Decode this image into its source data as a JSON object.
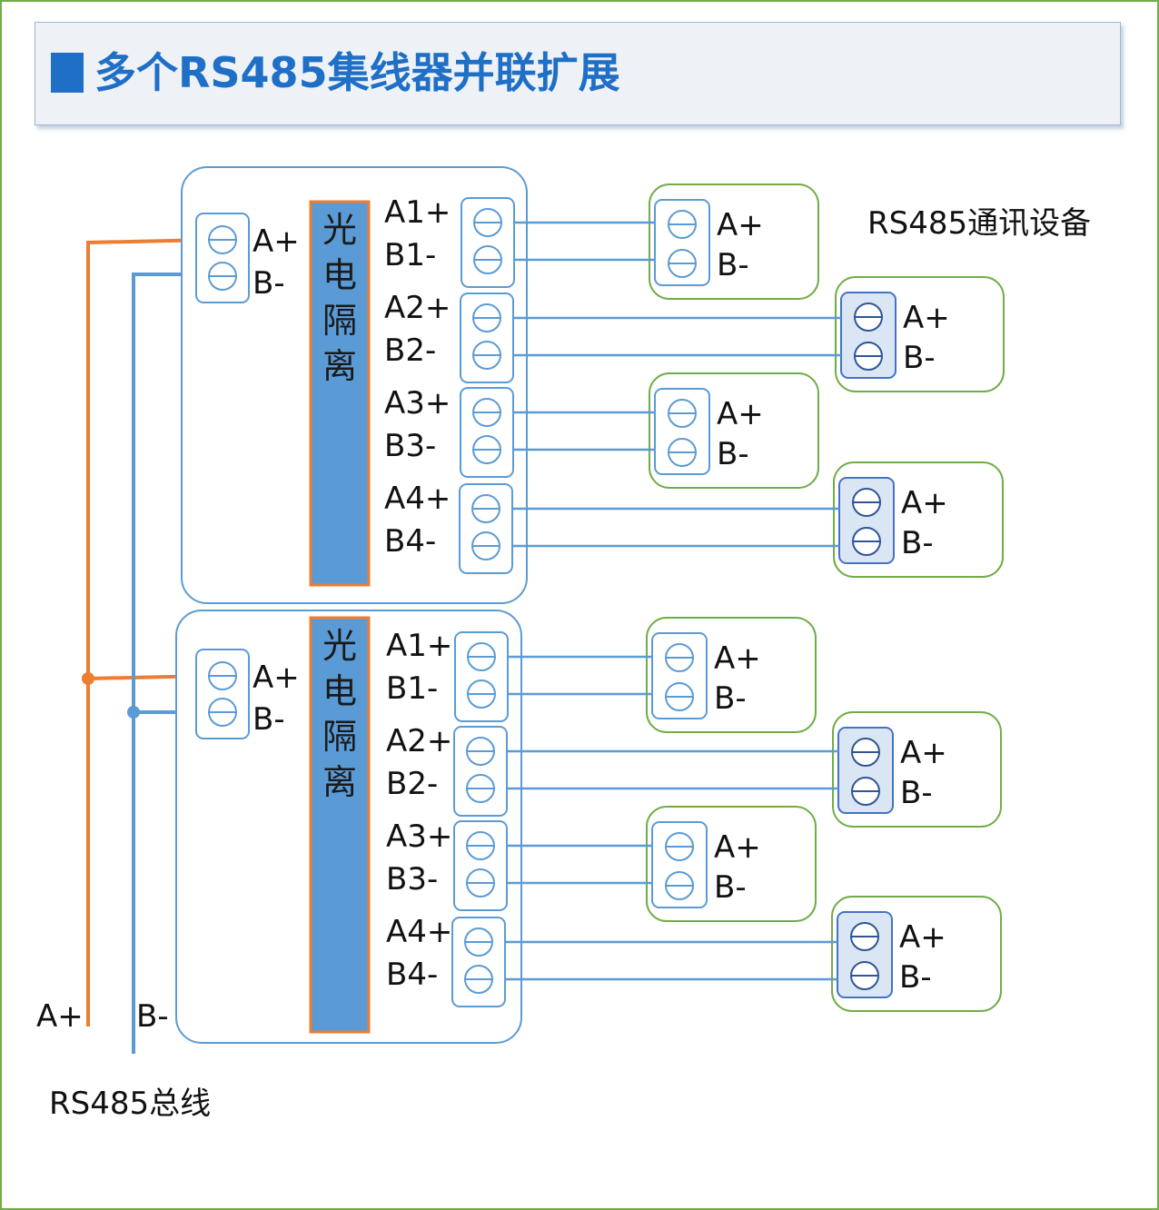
{
  "title": "多个RS485集线器并联扩展",
  "bus": {
    "label": "RS485总线",
    "a_label": "A+",
    "b_label": "B-"
  },
  "device_group_label": "RS485通讯设备",
  "hubs": [
    {
      "isolation_label": [
        "光",
        "电",
        "隔",
        "离"
      ],
      "input": {
        "a": "A+",
        "b": "B-"
      },
      "ports": [
        {
          "a": "A1+",
          "b": "B1-"
        },
        {
          "a": "A2+",
          "b": "B2-"
        },
        {
          "a": "A3+",
          "b": "B3-"
        },
        {
          "a": "A4+",
          "b": "B4-"
        }
      ]
    },
    {
      "isolation_label": [
        "光",
        "电",
        "隔",
        "离"
      ],
      "input": {
        "a": "A+",
        "b": "B-"
      },
      "ports": [
        {
          "a": "A1+",
          "b": "B1-"
        },
        {
          "a": "A2+",
          "b": "B2-"
        },
        {
          "a": "A3+",
          "b": "B3-"
        },
        {
          "a": "A4+",
          "b": "B4-"
        }
      ]
    }
  ],
  "device_terminals": {
    "a": "A+",
    "b": "B-"
  },
  "colors": {
    "a_wire": "#ed7d31",
    "b_wire": "#5b9bd5",
    "hub_border": "#5b9bd5",
    "device_border": "#70ad47",
    "isolation_fill": "#5b9bd5",
    "isolation_border": "#ed7d31",
    "title_color": "#1f6fc6",
    "frame_border": "#70ad47"
  }
}
